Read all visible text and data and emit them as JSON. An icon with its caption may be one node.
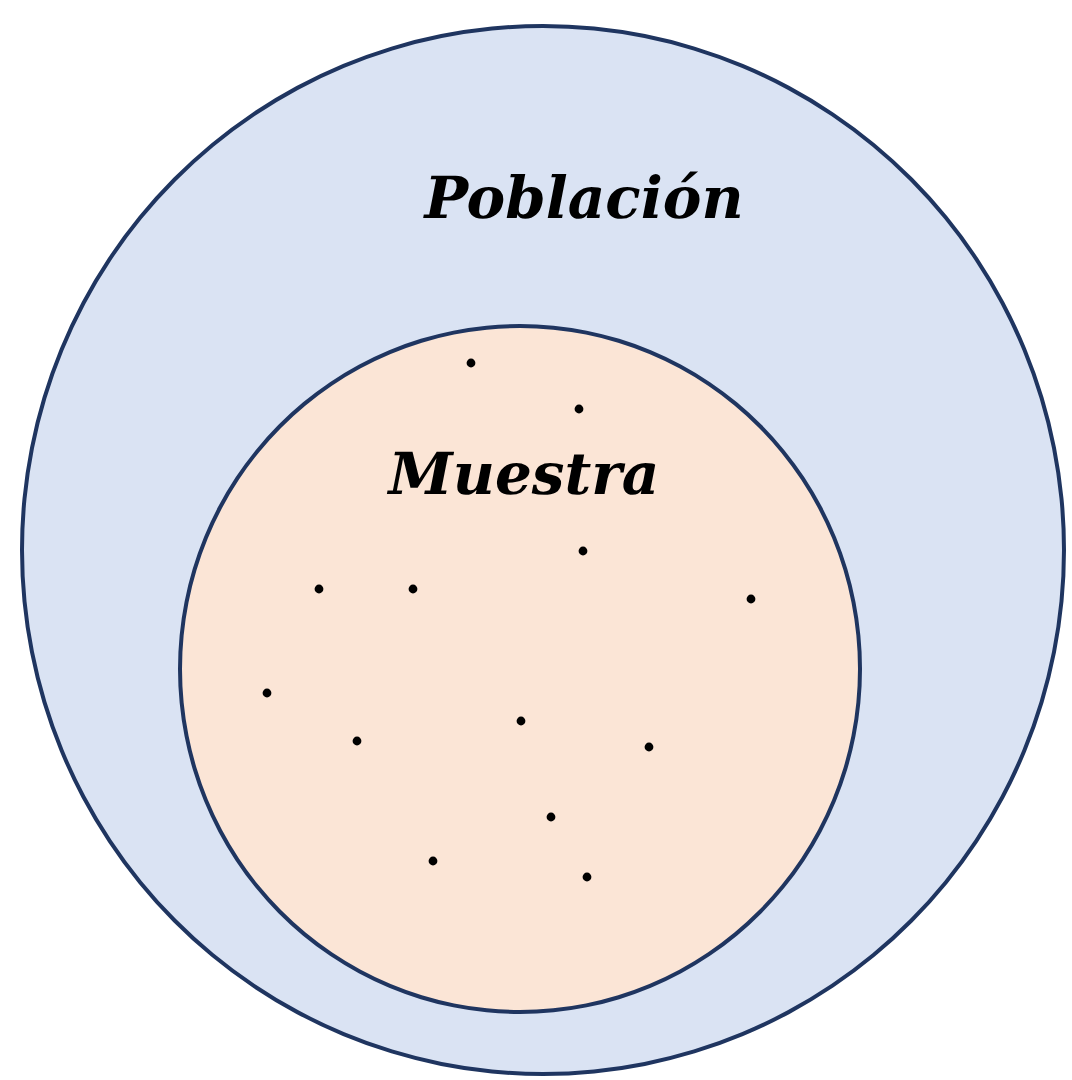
{
  "diagram": {
    "nodes": [
      {
        "text": [
          "Población"
        ]
      },
      {
        "text": [
          "Muestra"
        ],
        "in": 0
      }
    ]
  }
}
